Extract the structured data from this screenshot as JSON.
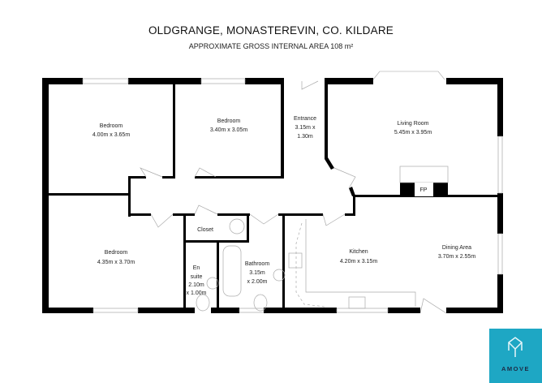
{
  "header": {
    "title": "OLDGRANGE, MONASTEREVIN, CO. KILDARE",
    "subtitle": "APPROXIMATE GROSS INTERNAL AREA 108 m²"
  },
  "rooms": {
    "bedroom1": {
      "name": "Bedroom",
      "size": "4.00m x 3.65m"
    },
    "bedroom2": {
      "name": "Bedroom",
      "size": "3.40m x 3.05m"
    },
    "entrance": {
      "name": "Entrance",
      "size1": "3.15m x",
      "size2": "1.30m"
    },
    "living": {
      "name": "Living Room",
      "size": "5.45m x 3.95m"
    },
    "fireplace": "FP",
    "bedroom3": {
      "name": "Bedroom",
      "size": "4.35m x 3.70m"
    },
    "closet": "Closet",
    "ensuite": {
      "l1": "En",
      "l2": "suite",
      "l3": "2.10m",
      "l4": "x 1.00m"
    },
    "bathroom": {
      "name": "Bathroom",
      "l2": "3.15m",
      "l3": "x 2.00m"
    },
    "kitchen": {
      "name": "Kitchen",
      "size": "4.20m x 3.15m"
    },
    "dining": {
      "name": "Dining Area",
      "size": "3.70m x 2.55m"
    }
  },
  "brand": {
    "name": "AMOVE",
    "color": "#1ea7c4"
  }
}
